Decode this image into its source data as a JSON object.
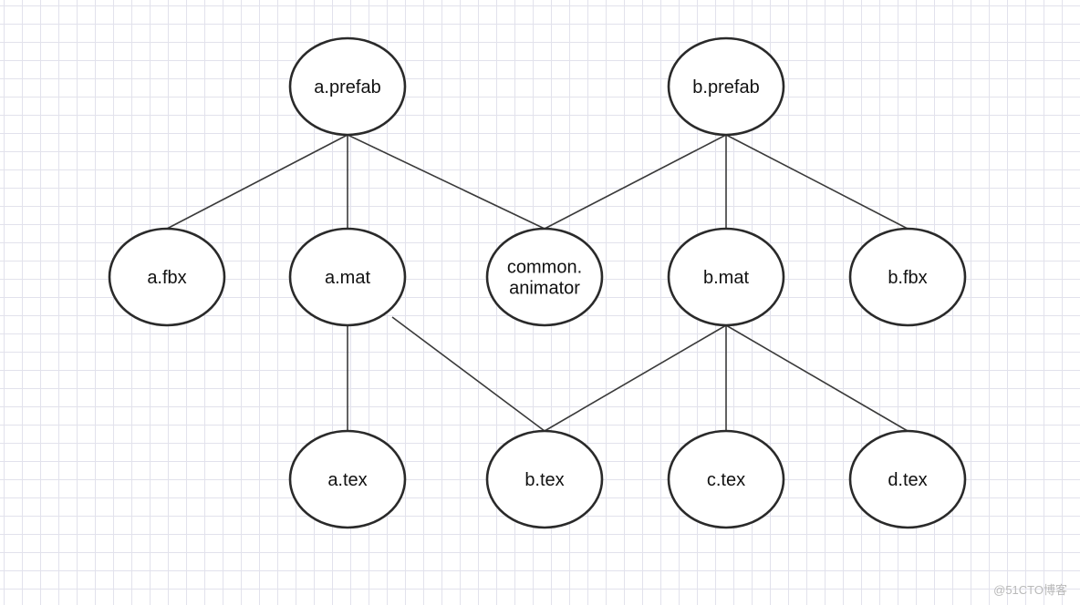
{
  "diagram": {
    "nodes": [
      {
        "id": "a_prefab",
        "label": [
          "a.prefab"
        ]
      },
      {
        "id": "b_prefab",
        "label": [
          "b.prefab"
        ]
      },
      {
        "id": "a_fbx",
        "label": [
          "a.fbx"
        ]
      },
      {
        "id": "a_mat",
        "label": [
          "a.mat"
        ]
      },
      {
        "id": "common_animator",
        "label": [
          "common.",
          "animator"
        ]
      },
      {
        "id": "b_mat",
        "label": [
          "b.mat"
        ]
      },
      {
        "id": "b_fbx",
        "label": [
          "b.fbx"
        ]
      },
      {
        "id": "a_tex",
        "label": [
          "a.tex"
        ]
      },
      {
        "id": "b_tex",
        "label": [
          "b.tex"
        ]
      },
      {
        "id": "c_tex",
        "label": [
          "c.tex"
        ]
      },
      {
        "id": "d_tex",
        "label": [
          "d.tex"
        ]
      }
    ],
    "edges": [
      {
        "from": "a_prefab",
        "to": "a_fbx"
      },
      {
        "from": "a_prefab",
        "to": "a_mat"
      },
      {
        "from": "a_prefab",
        "to": "common_animator"
      },
      {
        "from": "b_prefab",
        "to": "common_animator"
      },
      {
        "from": "b_prefab",
        "to": "b_mat"
      },
      {
        "from": "b_prefab",
        "to": "b_fbx"
      },
      {
        "from": "a_mat",
        "to": "a_tex"
      },
      {
        "from": "a_mat",
        "to": "b_tex"
      },
      {
        "from": "b_mat",
        "to": "b_tex"
      },
      {
        "from": "b_mat",
        "to": "c_tex"
      },
      {
        "from": "b_mat",
        "to": "d_tex"
      }
    ]
  },
  "watermark": "@51CTO博客"
}
